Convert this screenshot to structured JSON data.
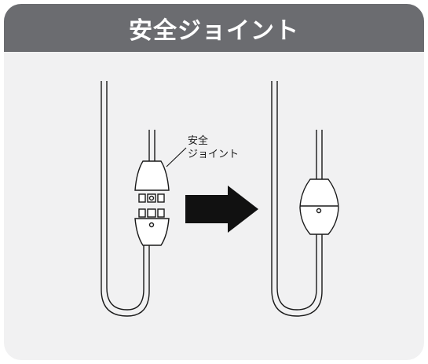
{
  "header": {
    "title": "安全ジョイント"
  },
  "diagram": {
    "callout_line1": "安全",
    "callout_line2": "ジョイント"
  },
  "colors": {
    "header_bg": "#6b6c70",
    "card_bg": "#f1f1f2",
    "line": "#1a1a1a",
    "arrow": "#111111"
  }
}
